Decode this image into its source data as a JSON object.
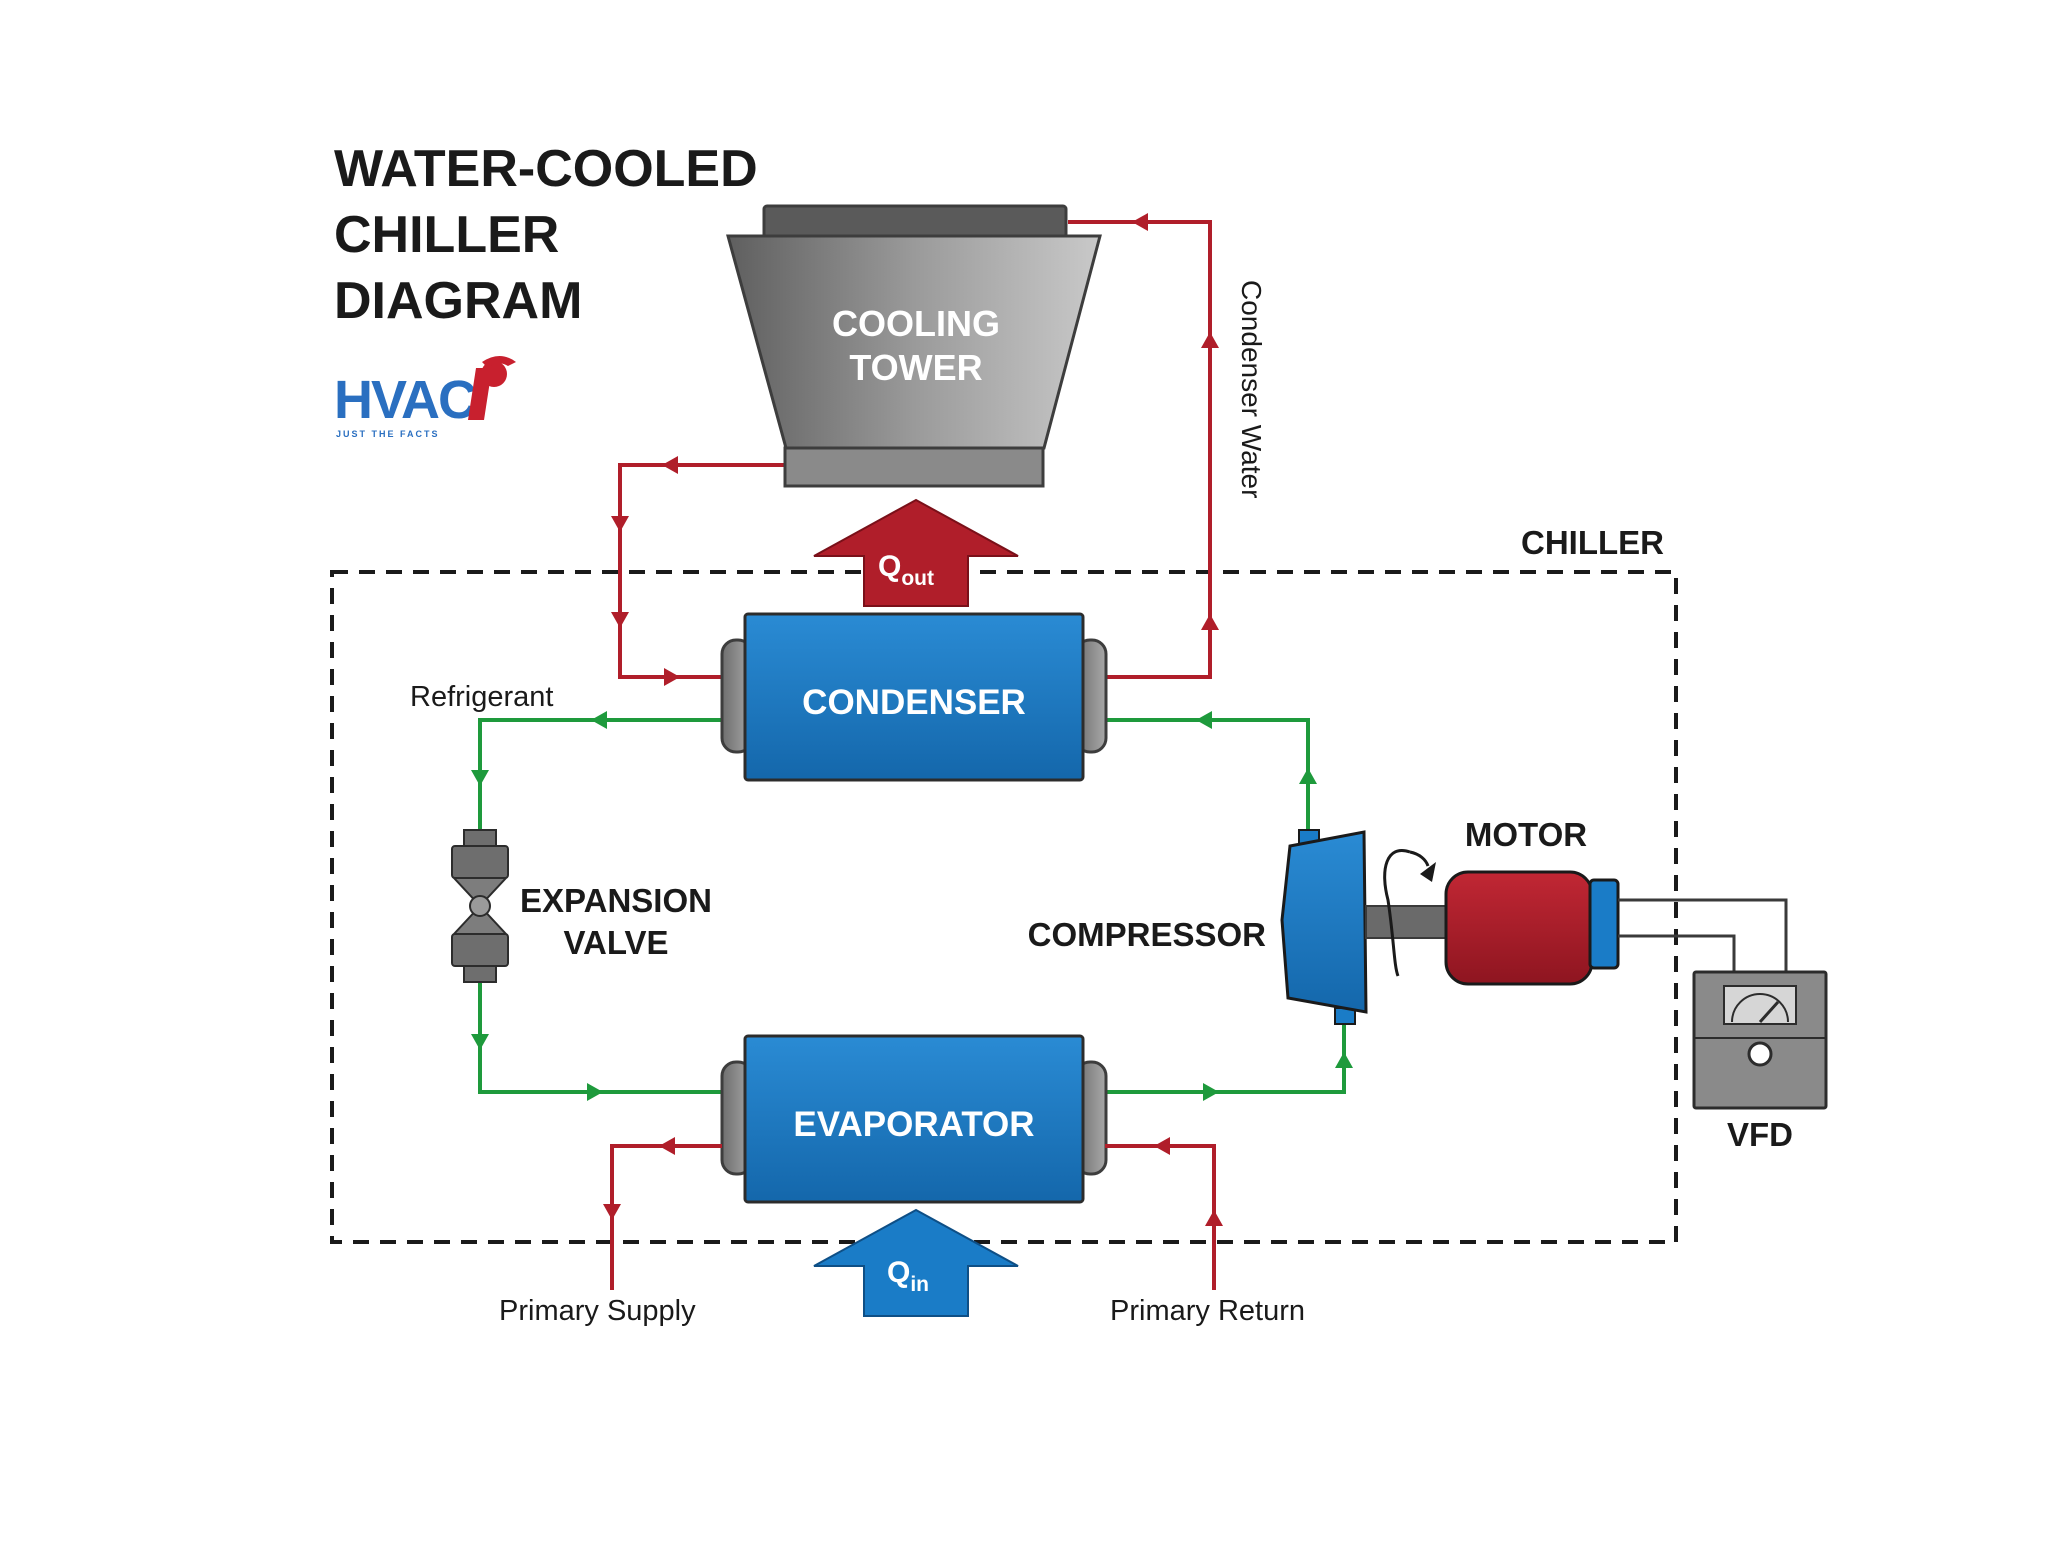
{
  "title": {
    "line1": "WATER-COOLED",
    "line2": "CHILLER",
    "line3": "DIAGRAM"
  },
  "logo": {
    "brand": "HVAC",
    "tagline": "JUST THE FACTS"
  },
  "components": {
    "cooling_tower_line1": "COOLING",
    "cooling_tower_line2": "TOWER",
    "condenser": "CONDENSER",
    "evaporator": "EVAPORATOR",
    "expansion_valve_line1": "EXPANSION",
    "expansion_valve_line2": "VALVE",
    "compressor": "COMPRESSOR",
    "motor": "MOTOR",
    "vfd": "VFD",
    "chiller": "CHILLER"
  },
  "labels": {
    "refrigerant": "Refrigerant",
    "condenser_water": "Condenser Water",
    "primary_supply": "Primary Supply",
    "primary_return": "Primary Return",
    "q_out_base": "Q",
    "q_out_sub": "out",
    "q_in_base": "Q",
    "q_in_sub": "in"
  },
  "colors": {
    "condenser_water": "#b01e2a",
    "refrigerant": "#1e9a3c",
    "vessel_blue": "#1a7cc7",
    "motor_red": "#b01e2a",
    "tower_gray": "#8c8c8c",
    "text": "#1a1a1a"
  }
}
